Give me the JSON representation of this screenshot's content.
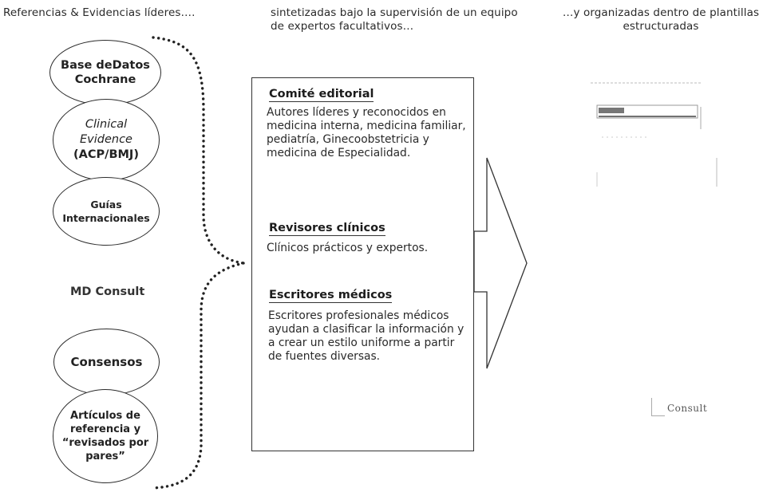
{
  "headers": {
    "left": "Referencias & Evidencias líderes….",
    "middle": "sintetizadas bajo la supervisión de un equipo de expertos facultativos…",
    "right": "…y organizadas dentro de plantillas estructuradas"
  },
  "sources": {
    "cochrane": [
      "Base deDatos",
      "Cochrane"
    ],
    "clinical": {
      "italic_lines": [
        "Clinical",
        "Evidence"
      ],
      "line": "(ACP/BMJ)"
    },
    "guias": [
      "Guías",
      "Internacionales"
    ],
    "md_consult": "MD Consult",
    "consensos": "Consensos",
    "articulos": [
      "Artículos de",
      "referencia y",
      "“revisados por",
      "pares”"
    ]
  },
  "editorial": {
    "comite_title": "Comité editorial",
    "comite_body": "Autores líderes y reconocidos en medicina interna, medicina familiar, pediatría, Ginecoobstetricia y medicina de Especialidad.",
    "revisores_title": "Revisores clínicos",
    "revisores_body": "Clínicos prácticos y expertos.",
    "escritores_title": "Escritores médicos",
    "escritores_body": "Escritores profesionales médicos ayudan a clasificar la información y a crear un estilo uniforme a partir de fuentes diversas."
  },
  "template_logo": "Consult",
  "colors": {
    "line": "#333333",
    "text": "#222222",
    "background": "#ffffff"
  }
}
